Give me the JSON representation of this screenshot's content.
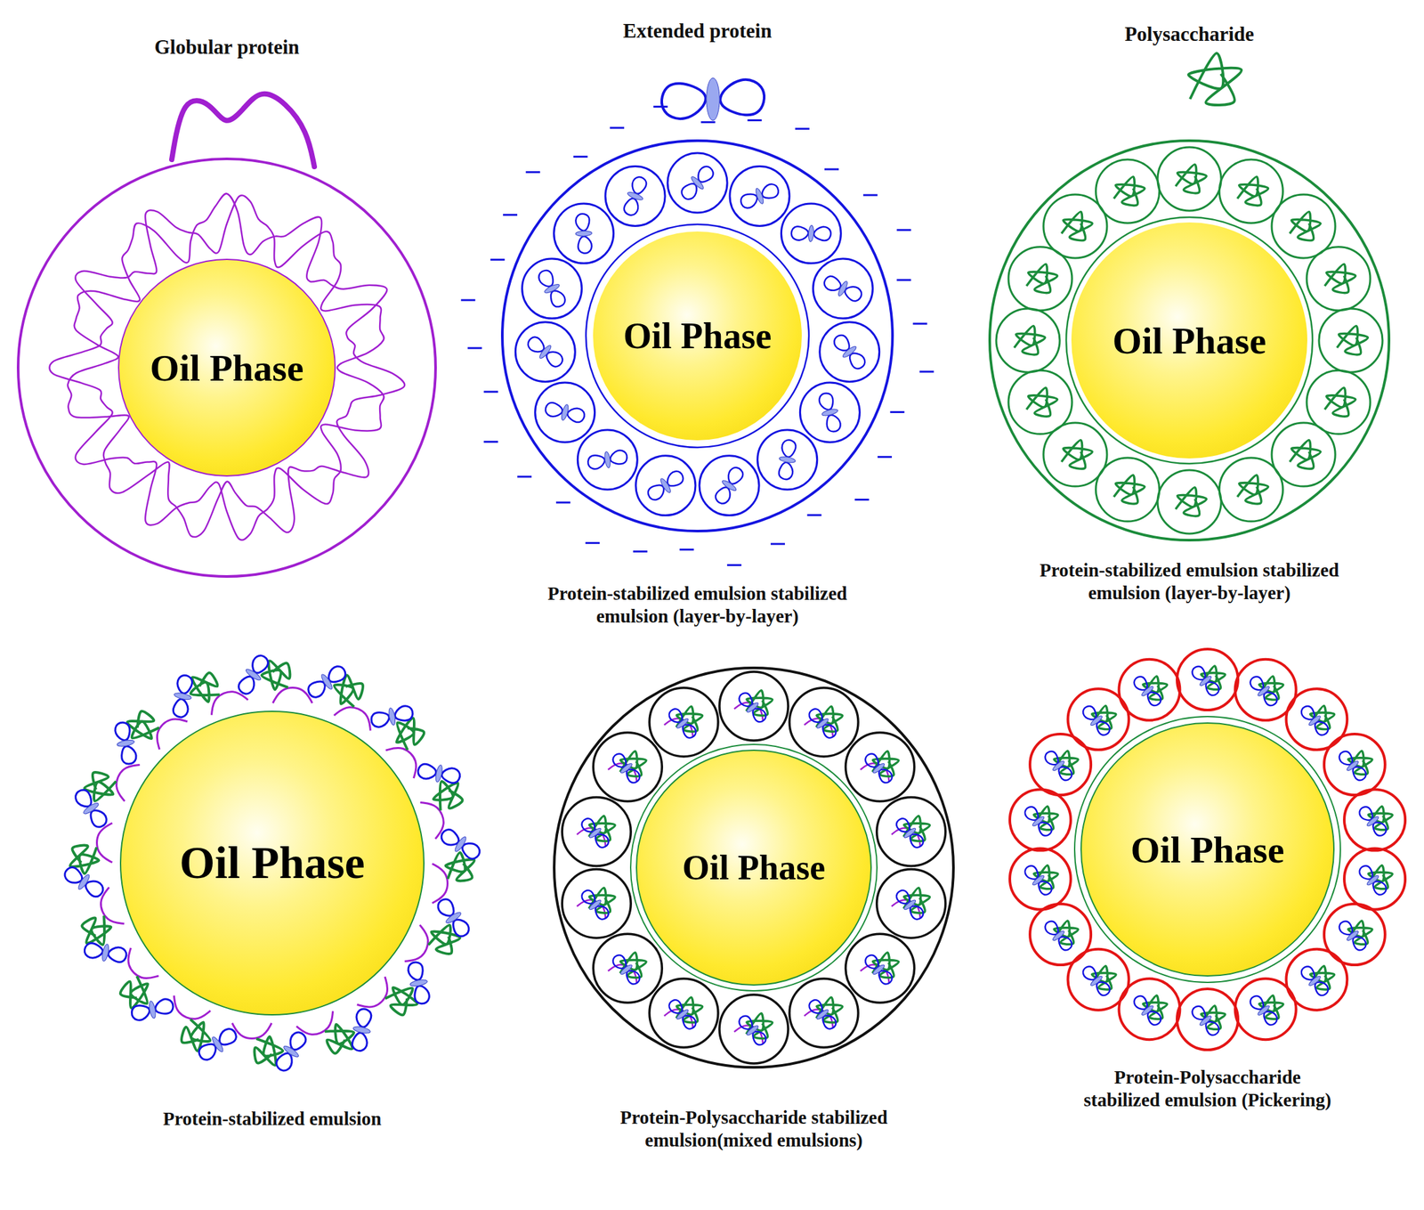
{
  "diagram": {
    "nodes": [
      {
        "text": [
          "Globular protein"
        ]
      },
      {
        "text": [
          "Oil Phase"
        ],
        "in": 0
      },
      {
        "text": [
          "Extended protein",
          "Protein-stabilized emulsion stabilized emulsion (layer-by-layer)"
        ]
      },
      {
        "text": [
          "Oil Phase"
        ],
        "in": 2
      },
      {
        "text": [
          "Polysaccharide",
          "Protein-stabilized emulsion stabilized emulsion (layer-by-layer)"
        ]
      },
      {
        "text": [
          "Oil Phase"
        ],
        "in": 4
      },
      {
        "text": [
          "Protein-stabilized emulsion"
        ]
      },
      {
        "text": [
          "Oil Phase"
        ],
        "in": 6
      },
      {
        "text": [
          "Protein-Polysaccharide stabilized emulsion(mixed emulsions)"
        ]
      },
      {
        "text": [
          "Oil Phase"
        ],
        "in": 8
      },
      {
        "text": [
          "Protein-Polysaccharide stabilized emulsion (Pickering)"
        ]
      },
      {
        "text": [
          "Oil Phase"
        ],
        "in": 10
      }
    ]
  }
}
